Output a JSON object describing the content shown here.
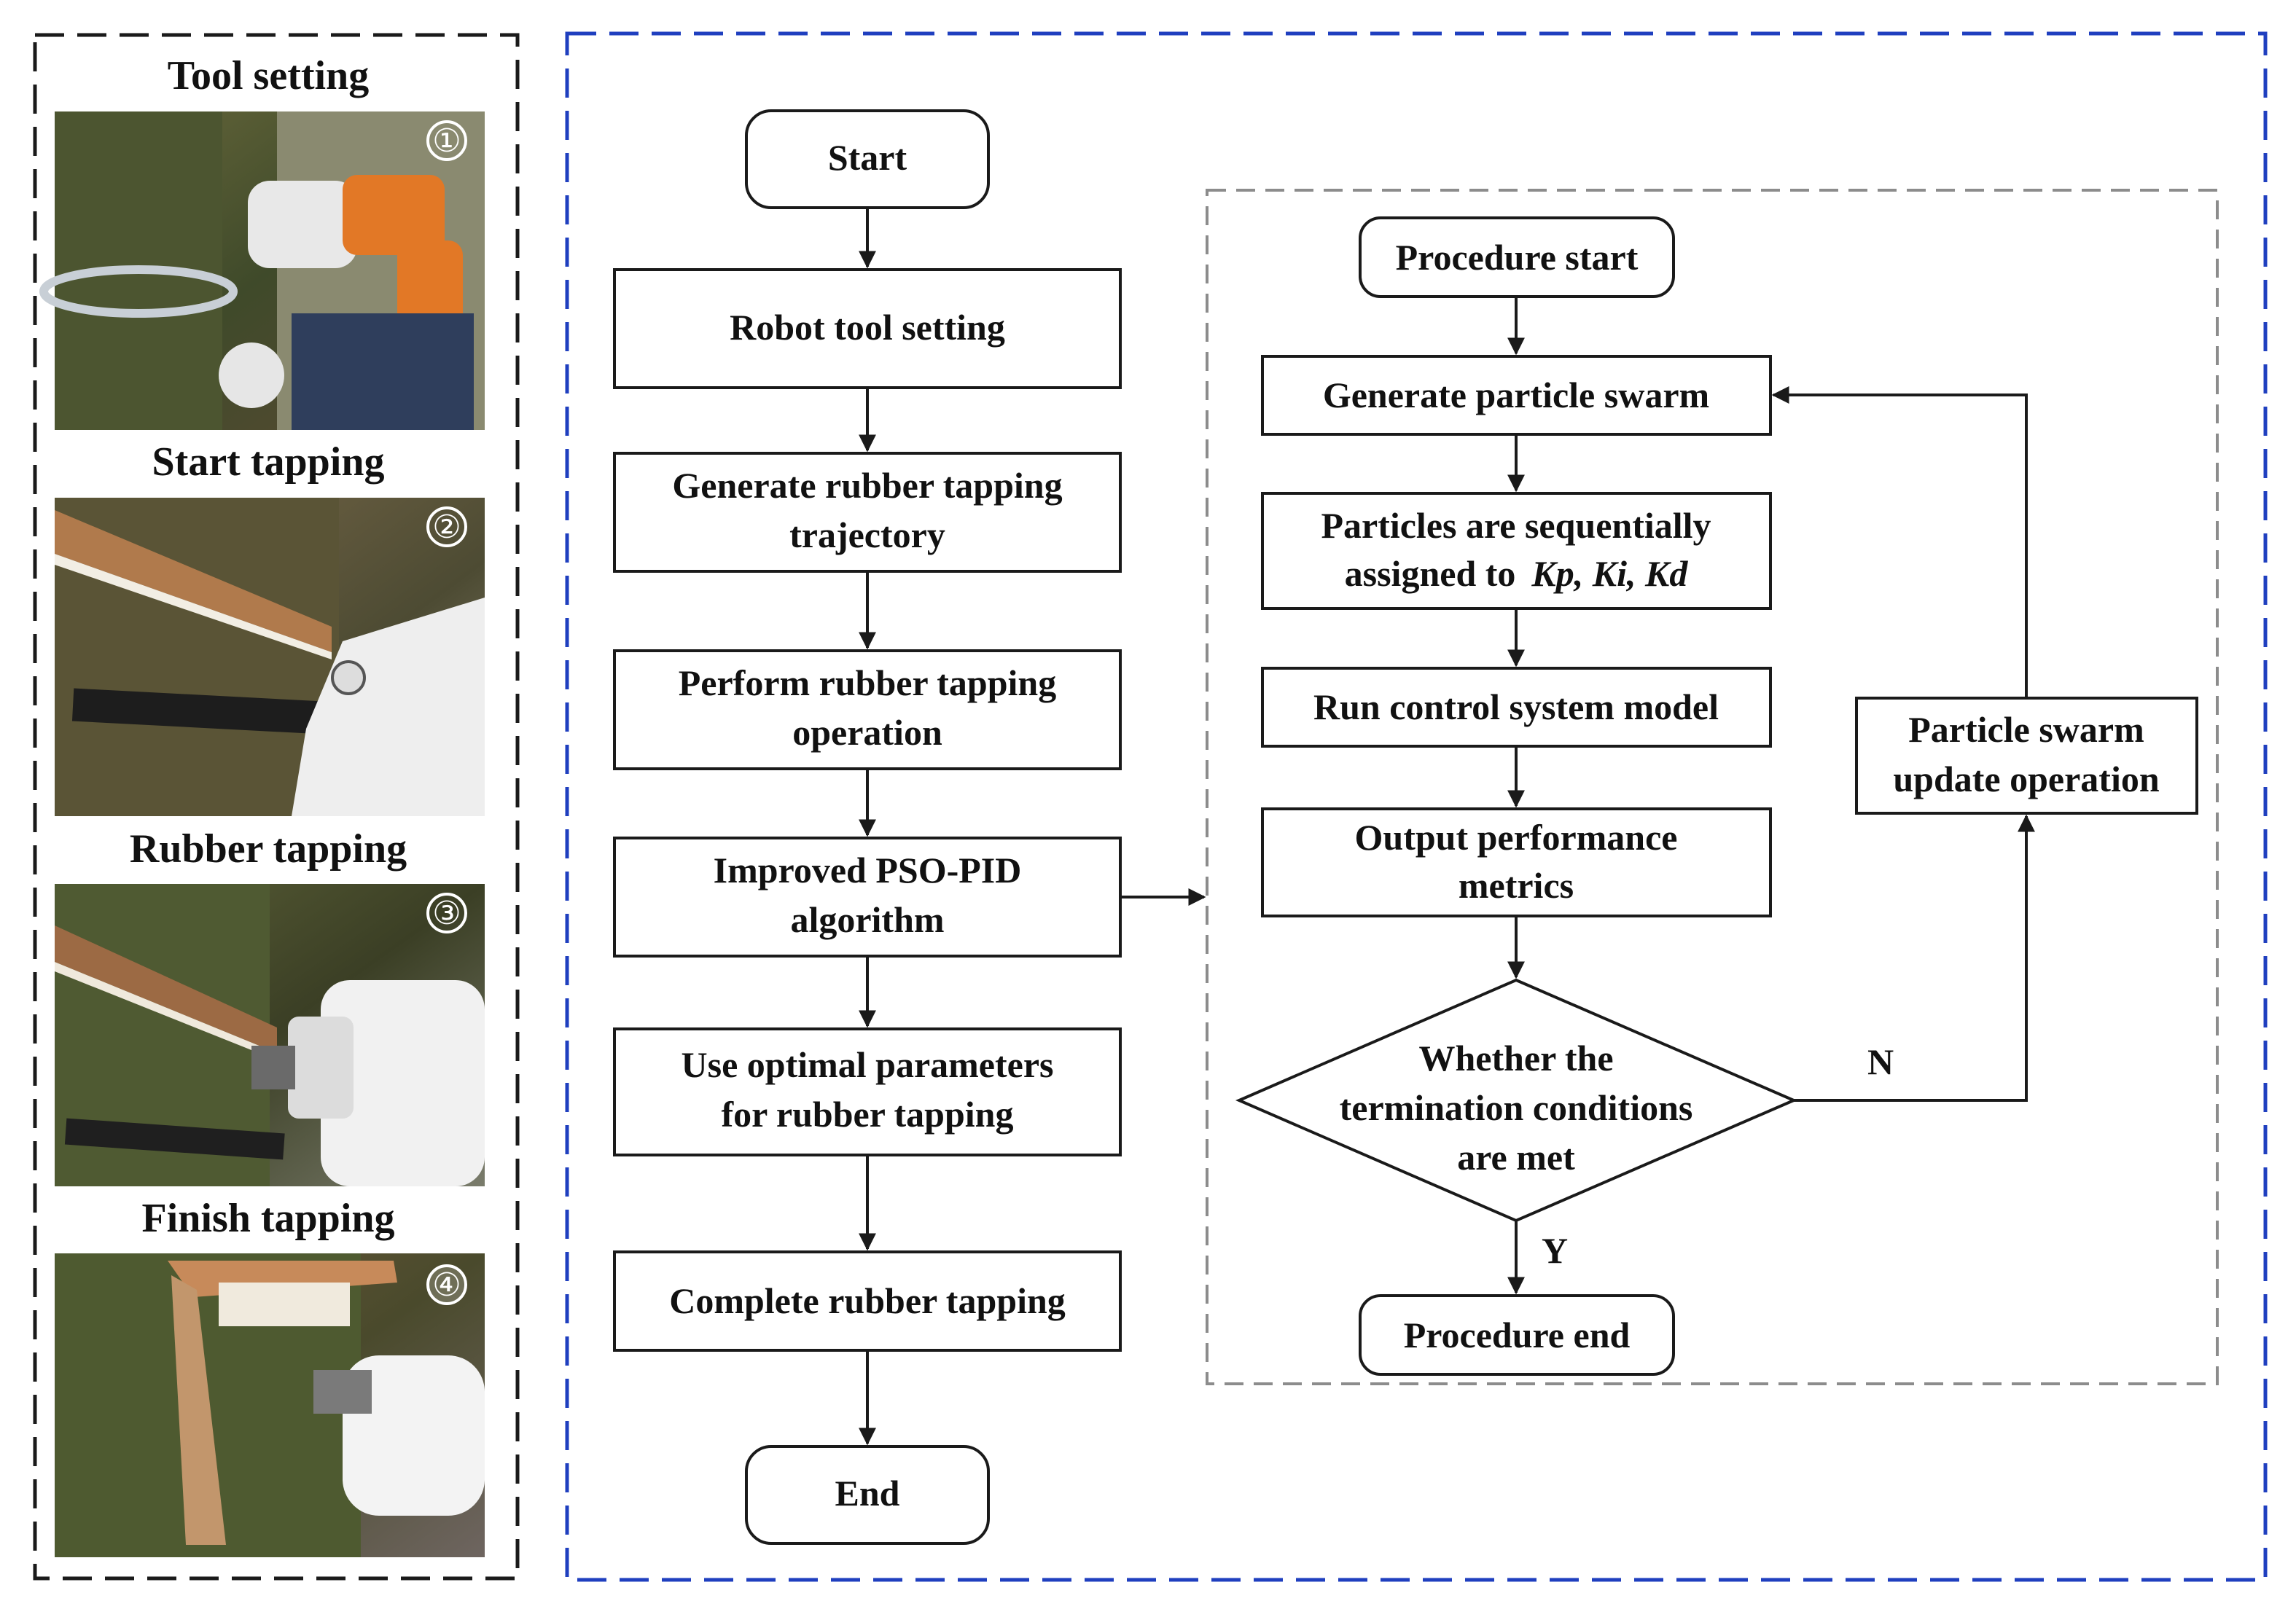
{
  "photos": [
    {
      "label": "Tool setting",
      "badge": "①"
    },
    {
      "label": "Start tapping",
      "badge": "②"
    },
    {
      "label": "Rubber tapping",
      "badge": "③"
    },
    {
      "label": "Finish tapping",
      "badge": "④"
    }
  ],
  "main_flow": {
    "start": "Start",
    "step1": "Robot tool setting",
    "step2": [
      "Generate rubber tapping",
      "trajectory"
    ],
    "step3": [
      "Perform rubber tapping",
      "operation"
    ],
    "step4": [
      "Improved PSO-PID",
      "algorithm"
    ],
    "step5": [
      "Use optimal parameters",
      "for rubber tapping"
    ],
    "step6": "Complete rubber tapping",
    "end": "End"
  },
  "sub_flow": {
    "start": "Procedure start",
    "generate": "Generate particle swarm",
    "assign": [
      "Particles are sequentially",
      "assigned to"
    ],
    "assign_params": "Kp,  Ki,  Kd",
    "run": "Run control system model",
    "output": [
      "Output performance",
      "metrics"
    ],
    "decision": [
      "Whether the",
      "termination conditions",
      "are met"
    ],
    "yes": "Y",
    "no": "N",
    "update": [
      "Particle swarm",
      "update operation"
    ],
    "end": "Procedure end"
  },
  "colors": {
    "left_border": "#1a1a1a",
    "right_border": "#1f3fbf",
    "inner_border": "#8c8c8c"
  }
}
